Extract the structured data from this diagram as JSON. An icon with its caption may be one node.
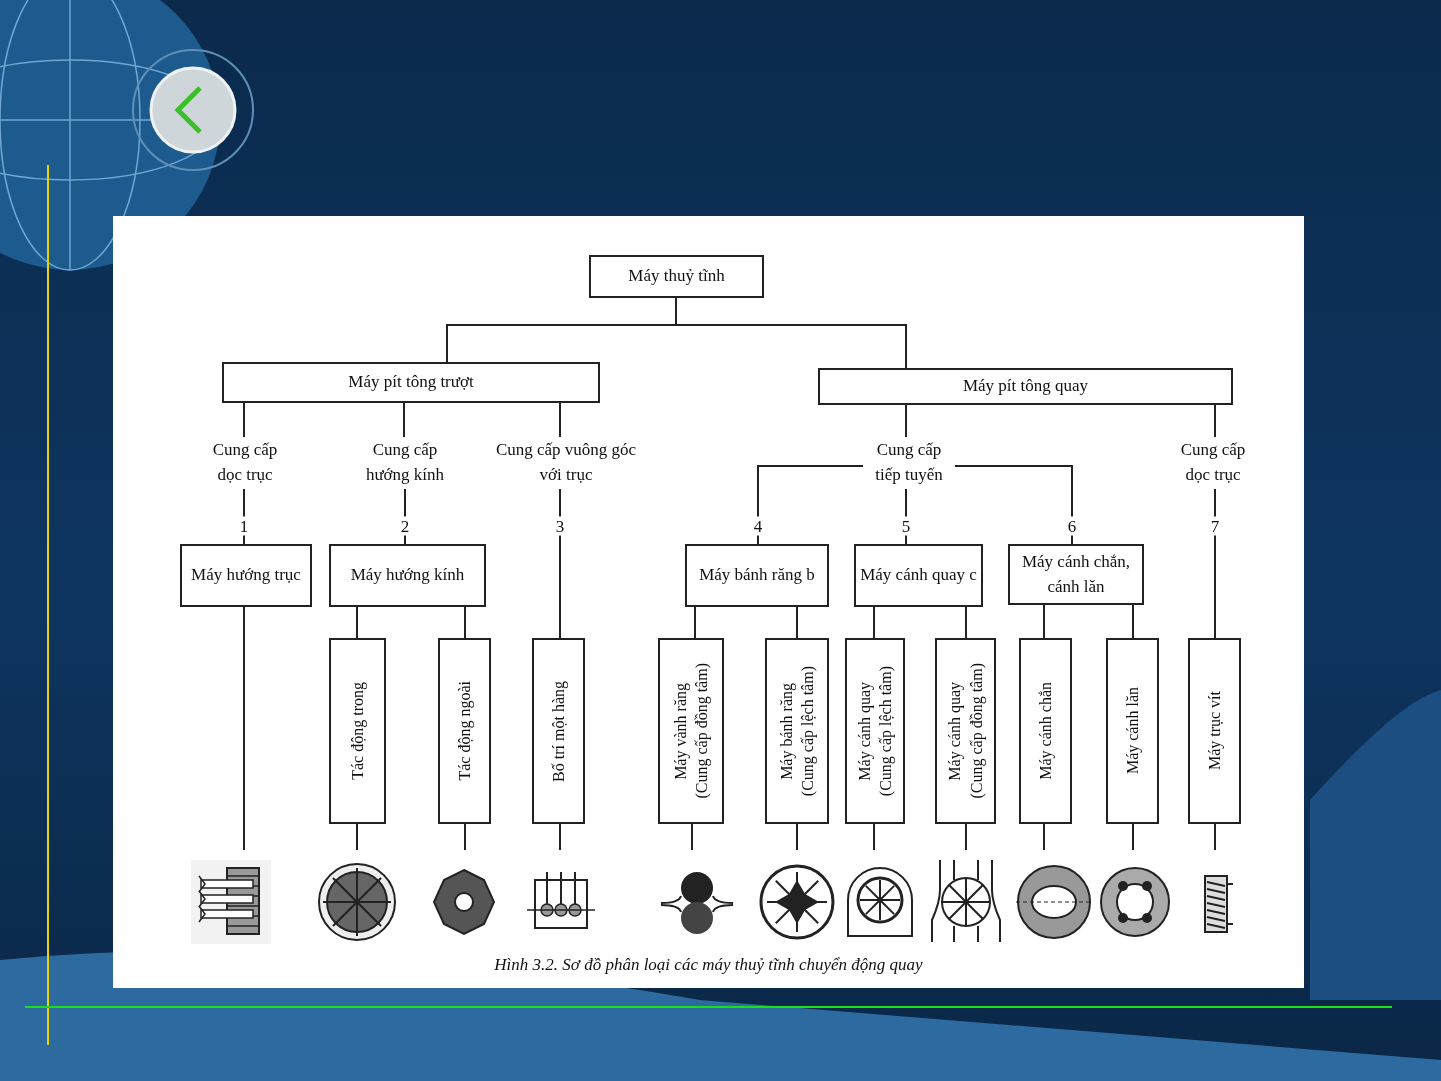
{
  "diagram": {
    "caption": "Hình 3.2. Sơ đồ phân loại các máy thuỷ tĩnh chuyển động quay",
    "nodes": [
      {
        "text": [
          "Máy thuỷ tĩnh"
        ]
      },
      {
        "text": [
          "Máy pít tông trượt"
        ]
      },
      {
        "text": [
          "Máy pít tông quay"
        ]
      },
      {
        "text": [
          "Cung cấp dọc trục"
        ]
      },
      {
        "text": [
          "Cung cấp hướng kính"
        ]
      },
      {
        "text": [
          "Cung cấp vuông góc với trục"
        ]
      },
      {
        "text": [
          "Cung cấp tiếp tuyến"
        ]
      },
      {
        "text": [
          "Cung cấp dọc trục"
        ]
      },
      {
        "text": [
          "Máy hướng trục"
        ]
      },
      {
        "text": [
          "Máy hướng kính"
        ]
      },
      {
        "text": [
          "Máy bánh răng b"
        ]
      },
      {
        "text": [
          "Máy cánh quay c"
        ]
      },
      {
        "text": [
          "Máy cánh chắn, cánh lăn"
        ]
      },
      {
        "text": [
          "Tác động trong"
        ]
      },
      {
        "text": [
          "Tác động ngoài"
        ]
      },
      {
        "text": [
          "Bố trí một hàng"
        ]
      },
      {
        "text": [
          "Máy vành răng",
          "(Cung cấp đồng tâm)"
        ]
      },
      {
        "text": [
          "Máy bánh răng",
          "(Cung cấp lệch tâm)"
        ]
      },
      {
        "text": [
          "Máy cánh quay",
          "(Cung cấp lệch tâm)"
        ]
      },
      {
        "text": [
          "Máy cánh quay",
          "(Cung cấp đồng tâm)"
        ]
      },
      {
        "text": [
          "Máy cánh chắn"
        ]
      },
      {
        "text": [
          "Máy cánh lăn"
        ]
      },
      {
        "text": [
          "Máy trục vít"
        ]
      },
      {
        "text": [],
        "shape": "picture"
      },
      {
        "text": [],
        "shape": "picture"
      },
      {
        "text": [],
        "shape": "picture"
      },
      {
        "text": [],
        "shape": "picture"
      },
      {
        "text": [],
        "shape": "picture"
      },
      {
        "text": [],
        "shape": "picture"
      },
      {
        "text": [],
        "shape": "picture"
      },
      {
        "text": [],
        "shape": "picture"
      },
      {
        "text": [],
        "shape": "picture"
      },
      {
        "text": [],
        "shape": "picture"
      },
      {
        "text": [],
        "shape": "picture"
      }
    ],
    "edges": [
      {
        "from": 0,
        "to": 1,
        "arrow": "none"
      },
      {
        "from": 0,
        "to": 2,
        "arrow": "none"
      },
      {
        "from": 1,
        "to": 3,
        "arrow": "none"
      },
      {
        "from": 1,
        "to": 4,
        "arrow": "none"
      },
      {
        "from": 1,
        "to": 5,
        "arrow": "none"
      },
      {
        "from": 2,
        "to": 6,
        "arrow": "none"
      },
      {
        "from": 2,
        "to": 7,
        "arrow": "none"
      },
      {
        "from": 3,
        "to": 8,
        "arrow": "none",
        "label": "1"
      },
      {
        "from": 4,
        "to": 9,
        "arrow": "none",
        "label": "2"
      },
      {
        "from": 5,
        "to": 15,
        "arrow": "none",
        "label": "3"
      },
      {
        "from": 6,
        "to": 10,
        "arrow": "none",
        "label": "4"
      },
      {
        "from": 6,
        "to": 11,
        "arrow": "none",
        "label": "5"
      },
      {
        "from": 6,
        "to": 12,
        "arrow": "none",
        "label": "6"
      },
      {
        "from": 7,
        "to": 22,
        "arrow": "none",
        "label": "7"
      },
      {
        "from": 9,
        "to": 13,
        "arrow": "none"
      },
      {
        "from": 9,
        "to": 14,
        "arrow": "none"
      },
      {
        "from": 10,
        "to": 16,
        "arrow": "none"
      },
      {
        "from": 10,
        "to": 17,
        "arrow": "none"
      },
      {
        "from": 11,
        "to": 18,
        "arrow": "none"
      },
      {
        "from": 11,
        "to": 19,
        "arrow": "none"
      },
      {
        "from": 12,
        "to": 20,
        "arrow": "none"
      },
      {
        "from": 12,
        "to": 21,
        "arrow": "none"
      },
      {
        "from": 8,
        "to": 23,
        "arrow": "none"
      },
      {
        "from": 13,
        "to": 24,
        "arrow": "none"
      },
      {
        "from": 14,
        "to": 25,
        "arrow": "none"
      },
      {
        "from": 15,
        "to": 26,
        "arrow": "none"
      },
      {
        "from": 16,
        "to": 27,
        "arrow": "none"
      },
      {
        "from": 17,
        "to": 28,
        "arrow": "none"
      },
      {
        "from": 18,
        "to": 29,
        "arrow": "none"
      },
      {
        "from": 19,
        "to": 30,
        "arrow": "none"
      },
      {
        "from": 20,
        "to": 31,
        "arrow": "none"
      },
      {
        "from": 21,
        "to": 32,
        "arrow": "none"
      },
      {
        "from": 22,
        "to": 33,
        "arrow": "none"
      }
    ]
  }
}
